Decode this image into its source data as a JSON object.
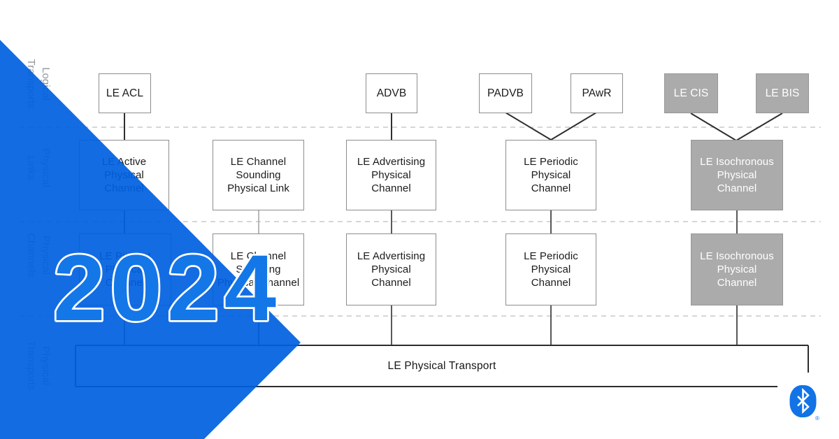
{
  "overlay": {
    "year": "2024"
  },
  "bands": [
    {
      "label": "Logical\nTransports"
    },
    {
      "label": "Physical\nLinks"
    },
    {
      "label": "Physical\nChannels"
    },
    {
      "label": "Physical\nTransports"
    }
  ],
  "logical_transports": {
    "le_acl": "LE ACL",
    "advb": "ADVB",
    "padvb": "PADVB",
    "pawr": "PAwR",
    "le_cis": "LE CIS",
    "le_bis": "LE BIS"
  },
  "physical_links": {
    "active": "LE Active\nPhysical\nChannel",
    "channel_sounding": "LE Channel\nSounding\nPhysical Link",
    "advertising": "LE Advertising\nPhysical\nChannel",
    "periodic": "LE Periodic\nPhysical\nChannel",
    "isochronous": "LE Isochronous\nPhysical\nChannel"
  },
  "physical_channels": {
    "piconet": "LE Piconet\nPhysical\nChannel",
    "channel_sounding": "LE Channel\nSounding\nPhysical Channel",
    "advertising": "LE Advertising\nPhysical\nChannel",
    "periodic": "LE Periodic\nPhysical\nChannel",
    "isochronous": "LE Isochronous\nPhysical\nChannel"
  },
  "physical_transport": {
    "label": "LE Physical Transport"
  },
  "branding": {
    "logo": "bluetooth-logo",
    "registered_mark": "®"
  },
  "colors": {
    "accent_blue": "#0d6fe4",
    "year_blue": "#1377e8",
    "logo_blue": "#1173e6",
    "gray_box_fill": "#ababab",
    "gray_box_border": "#969696",
    "white_box_border": "#8d8d8d",
    "text_dark": "#1b1b1d",
    "band_label_gray": "#8f959c",
    "dashed_line": "#c9c9c9",
    "connector_dark": "#2f2f2f",
    "connector_gray": "#a6a6a6"
  }
}
